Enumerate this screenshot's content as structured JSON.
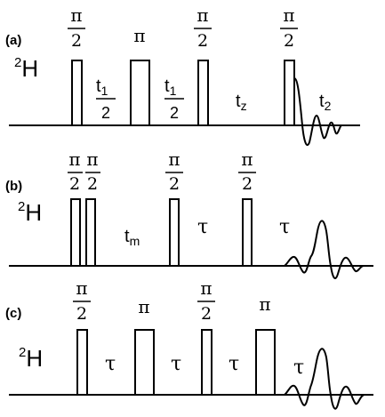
{
  "panels": [
    {
      "label": "(a)",
      "nucleus": "2H",
      "nucleus_sup": "2",
      "nucleus_sym": "H",
      "pulse_labels": [
        {
          "num": "π",
          "den": "2"
        },
        {
          "num": "π",
          "den": ""
        },
        {
          "num": "π",
          "den": "2"
        },
        {
          "num": "π",
          "den": "2"
        }
      ],
      "delays": [
        {
          "main": "t",
          "sub": "1",
          "den": "2"
        },
        {
          "main": "t",
          "sub": "1",
          "den": "2"
        },
        {
          "main": "t",
          "sub": "z",
          "den": ""
        },
        {
          "main": "t",
          "sub": "2",
          "den": ""
        }
      ]
    },
    {
      "label": "(b)",
      "nucleus": "2H",
      "nucleus_sup": "2",
      "nucleus_sym": "H",
      "pulse_labels": [
        {
          "num": "π",
          "den": "2"
        },
        {
          "num": "π",
          "den": "2"
        },
        {
          "num": "π",
          "den": "2"
        },
        {
          "num": "π",
          "den": "2"
        }
      ],
      "delays": [
        {
          "main": "t",
          "sub": "m",
          "den": ""
        },
        {
          "main": "τ",
          "sub": "",
          "den": ""
        },
        {
          "main": "τ",
          "sub": "",
          "den": ""
        }
      ]
    },
    {
      "label": "(c)",
      "nucleus": "2H",
      "nucleus_sup": "2",
      "nucleus_sym": "H",
      "pulse_labels": [
        {
          "num": "π",
          "den": "2"
        },
        {
          "num": "π",
          "den": ""
        },
        {
          "num": "π",
          "den": "2"
        },
        {
          "num": "π",
          "den": ""
        }
      ],
      "delays": [
        {
          "main": "τ",
          "sub": "",
          "den": ""
        },
        {
          "main": "τ",
          "sub": "",
          "den": ""
        },
        {
          "main": "τ",
          "sub": "",
          "den": ""
        },
        {
          "main": "τ",
          "sub": "",
          "den": ""
        }
      ]
    }
  ]
}
